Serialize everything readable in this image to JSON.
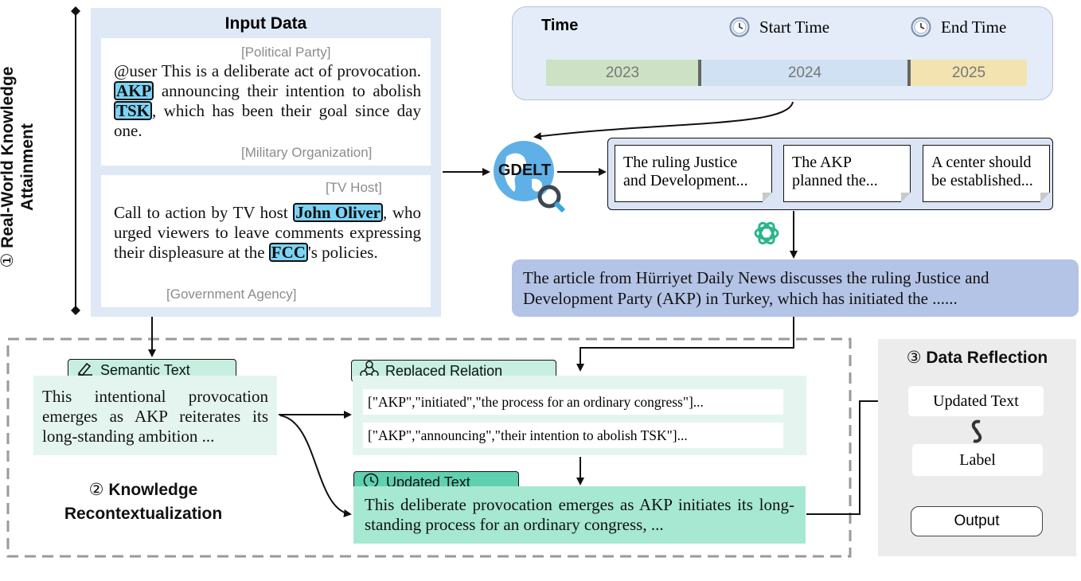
{
  "sections": {
    "attainment_num": "①",
    "attainment_label": "Real-World Knowledge Attainment",
    "recontext_num": "②",
    "recontext_title1": "Knowledge",
    "recontext_title2": "Recontextualization",
    "reflection_num": "③",
    "reflection_title": "Data Reflection"
  },
  "input": {
    "title": "Input Data",
    "ex1": {
      "pre": "@user This is a deliberate act of provocation.",
      "e1": "AKP",
      "mid": "announcing their intention to abolish",
      "e2": "TSK",
      "post": ", which has been their goal since day one.",
      "tag1": "[Political Party]",
      "tag2": "[Military Organization]"
    },
    "ex2": {
      "pre": "Call to action by TV host",
      "e1": "John Oliver",
      "mid": ", who urged viewers to leave comments expressing their displeasure at the",
      "e2": "FCC",
      "post": "'s policies.",
      "tag1": "[TV Host]",
      "tag2": "[Government Agency]"
    }
  },
  "time": {
    "title": "Time",
    "start": "Start Time",
    "end": "End Time",
    "years": [
      "2023",
      "2024",
      "2025"
    ]
  },
  "gdelt": {
    "label": "GDELT"
  },
  "docs": [
    "The ruling Justice and Development...",
    "The AKP planned the...",
    "A center should be established..."
  ],
  "summary": "The article from Hürriyet Daily News discusses the ruling Justice and Development Party (AKP) in Turkey, which has initiated the ......",
  "semantic": {
    "label": "Semantic Text",
    "text": "This intentional provocation emerges as AKP reiterates its long-standing ambition ..."
  },
  "replaced": {
    "label": "Replaced Relation",
    "r1": "[\"AKP\",\"initiated\",\"the process for an ordinary congress\"]...",
    "r2": "[\"AKP\",\"announcing\",\"their intention to abolish TSK\"]..."
  },
  "updated": {
    "label": "Updated Text",
    "text": "This deliberate provocation emerges as AKP initiates its long-standing process for an ordinary congress, ..."
  },
  "reflection": {
    "updated": "Updated Text",
    "label": "Label",
    "output": "Output"
  },
  "colors": {
    "input_panel": "#dfe9f5",
    "entity": "#7dd3f5",
    "green_box": "#e4f5ef",
    "green_label": "#c6efe0",
    "summary_box": "#b4c4e6",
    "timeline_arrow": "#f6bd16"
  }
}
